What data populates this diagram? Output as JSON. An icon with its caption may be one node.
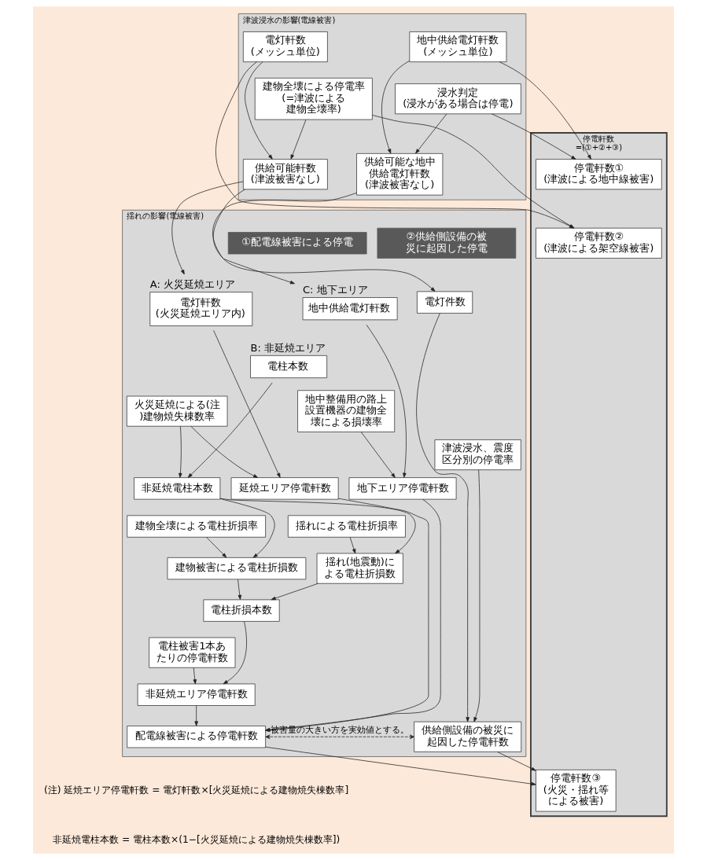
{
  "diagram": {
    "nodes": [
      {
        "text": [
          "津波浸水の影響(電線被害)"
        ]
      },
      {
        "text": [
          "揺れの影響(電線被害)"
        ]
      },
      {
        "text": [
          "停電軒数",
          "=(①+②+③)"
        ]
      },
      {
        "text": [
          "電灯軒数",
          "(メッシュ単位)"
        ],
        "in": 0
      },
      {
        "text": [
          "地中供給電灯軒数",
          "(メッシュ単位)"
        ],
        "in": 0
      },
      {
        "text": [
          "建物全壊による停電率",
          "(=津波による建物全壊率)"
        ],
        "in": 0
      },
      {
        "text": [
          "浸水判定",
          "(浸水がある場合は停電)"
        ],
        "in": 0
      },
      {
        "text": [
          "供給可能な地中供給電灯軒数(津波被害なし)"
        ],
        "in": 0
      },
      {
        "text": [
          "供給可能軒数(津波被害なし)"
        ],
        "in": 0
      },
      {
        "text": [
          "停電軒数①",
          "(津波による地中線被害)"
        ],
        "in": 2
      },
      {
        "text": [
          "停電軒数②",
          "(津波による架空線被害)"
        ],
        "in": 2
      },
      {
        "text": [
          "停電軒数③",
          "(火災・揺れ等による被害)"
        ],
        "in": 2
      },
      {
        "text": [
          "①配電線被害による停電"
        ],
        "in": 1
      },
      {
        "text": [
          "②供給側設備の被災に起因した停電"
        ],
        "in": 1
      },
      {
        "text": [
          "電灯軒数",
          "(火災延焼エリア内)"
        ],
        "beside": [
          "A: 火災延焼エリア"
        ],
        "in": 1
      },
      {
        "text": [
          "電柱本数"
        ],
        "beside": [
          "B: 非延焼エリア"
        ],
        "in": 1
      },
      {
        "text": [
          "地中供給電灯軒数"
        ],
        "beside": [
          "C: 地下エリア"
        ],
        "in": 1
      },
      {
        "text": [
          "電灯件数"
        ],
        "in": 1
      },
      {
        "text": [
          "火災延焼による(注)建物焼失棟数率"
        ],
        "in": 1
      },
      {
        "text": [
          "非延焼電柱本数"
        ],
        "in": 1
      },
      {
        "text": [
          "建物全壊による電柱折損率"
        ],
        "in": 1
      },
      {
        "text": [
          "揺れによる電柱折損率"
        ],
        "in": 1
      },
      {
        "text": [
          "建物被害による電柱折損数"
        ],
        "in": 1
      },
      {
        "text": [
          "揺れ(地震動)による電柱折損数"
        ],
        "in": 1
      },
      {
        "text": [
          "電柱折損本数"
        ],
        "in": 1
      },
      {
        "text": [
          "津波浸水、震度区分別の停電率"
        ],
        "in": 1
      },
      {
        "text": [
          "電柱被害1本あたりの停電軒数"
        ],
        "in": 1
      },
      {
        "text": [
          "地中整備用の路上設置機器の建物全壊による損壊率"
        ],
        "in": 1
      },
      {
        "text": [
          "延焼エリア停電軒数"
        ],
        "in": 1
      },
      {
        "text": [
          "非延焼エリア停電軒数"
        ],
        "in": 1
      },
      {
        "text": [
          "地下エリア停電軒数"
        ],
        "in": 1
      },
      {
        "text": [
          "配電線被害による停電軒数"
        ],
        "in": 1
      },
      {
        "text": [
          "供給側設備の被災に起因した停電軒数"
        ],
        "in": 1
      }
    ],
    "edges": [
      {
        "from": 3,
        "to": 8,
        "arrow": "to"
      },
      {
        "from": 5,
        "to": 8,
        "arrow": "to"
      },
      {
        "from": 4,
        "to": 7,
        "arrow": "to"
      },
      {
        "from": 6,
        "to": 7,
        "arrow": "to"
      },
      {
        "from": 4,
        "to": 9,
        "arrow": "to"
      },
      {
        "from": 6,
        "to": 9,
        "arrow": "to"
      },
      {
        "from": 3,
        "to": 10,
        "arrow": "to"
      },
      {
        "from": 5,
        "to": 10,
        "arrow": "to"
      },
      {
        "from": 8,
        "to": 14,
        "arrow": "to"
      },
      {
        "from": 8,
        "to": 17,
        "arrow": "to"
      },
      {
        "from": 7,
        "to": 16,
        "arrow": "to"
      },
      {
        "from": 14,
        "to": 28,
        "arrow": "to"
      },
      {
        "from": 18,
        "to": 28,
        "arrow": "to"
      },
      {
        "from": 15,
        "to": 19,
        "arrow": "to"
      },
      {
        "from": 18,
        "to": 19,
        "arrow": "to"
      },
      {
        "from": 19,
        "to": 22,
        "arrow": "to"
      },
      {
        "from": 19,
        "to": 23,
        "arrow": "to"
      },
      {
        "from": 20,
        "to": 22,
        "arrow": "to"
      },
      {
        "from": 21,
        "to": 23,
        "arrow": "to"
      },
      {
        "from": 22,
        "to": 24,
        "arrow": "to"
      },
      {
        "from": 23,
        "to": 24,
        "arrow": "to"
      },
      {
        "from": 24,
        "to": 29,
        "arrow": "to"
      },
      {
        "from": 26,
        "to": 29,
        "arrow": "to"
      },
      {
        "from": 16,
        "to": 30,
        "arrow": "to"
      },
      {
        "from": 27,
        "to": 30,
        "arrow": "to"
      },
      {
        "from": 17,
        "to": 32,
        "arrow": "to"
      },
      {
        "from": 25,
        "to": 32,
        "arrow": "to"
      },
      {
        "from": 28,
        "to": 31,
        "arrow": "to"
      },
      {
        "from": 29,
        "to": 31,
        "arrow": "to"
      },
      {
        "from": 30,
        "to": 31,
        "arrow": "to"
      },
      {
        "from": 31,
        "to": 32,
        "arrow": "both",
        "style": "dashed",
        "label": "被害量の大きい方を実効値とする。"
      },
      {
        "from": 31,
        "to": 11,
        "arrow": "to"
      },
      {
        "from": 32,
        "to": 11,
        "arrow": "to"
      }
    ],
    "labels": [
      "(注) 延焼エリア停電軒数 = 電灯軒数×[火災延焼による建物焼失棟数率]",
      "非延焼電柱本数 = 電柱本数×(1−[火災延焼による建物焼失棟数率])"
    ]
  }
}
